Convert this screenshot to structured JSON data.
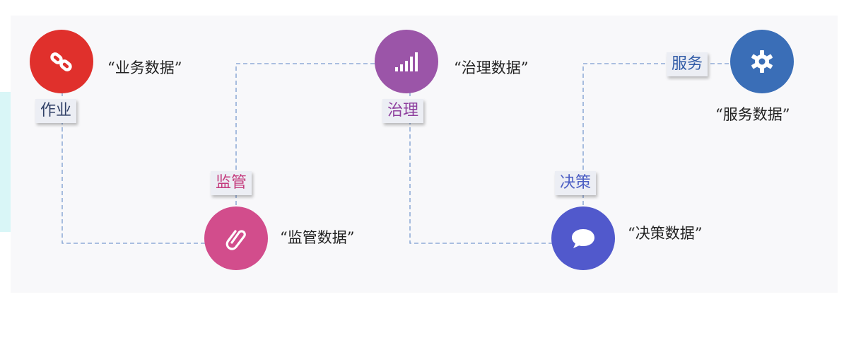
{
  "colors": {
    "operation": "#e0302c",
    "supervision": "#d24d8c",
    "governance": "#9b55a8",
    "decision": "#5159cc",
    "service": "#3a6eb7",
    "connector": "#7b9bd0",
    "tag_dark": "#2f3f66",
    "tag_pink": "#c43c7e",
    "tag_purple": "#8e3f9e",
    "tag_blue": "#4d5fc4"
  },
  "nodes": [
    {
      "id": "operation",
      "icon": "link-icon",
      "quote": "“业务数据”",
      "tag": "作业"
    },
    {
      "id": "supervision",
      "icon": "paperclip-icon",
      "quote": "“监管数据”",
      "tag": "监管"
    },
    {
      "id": "governance",
      "icon": "signal-bars-icon",
      "quote": "“治理数据”",
      "tag": "治理"
    },
    {
      "id": "decision",
      "icon": "speech-bubble-icon",
      "quote": "“决策数据”",
      "tag": "决策"
    },
    {
      "id": "service",
      "icon": "gear-icon",
      "quote": "“服务数据”",
      "tag": "服务"
    }
  ]
}
